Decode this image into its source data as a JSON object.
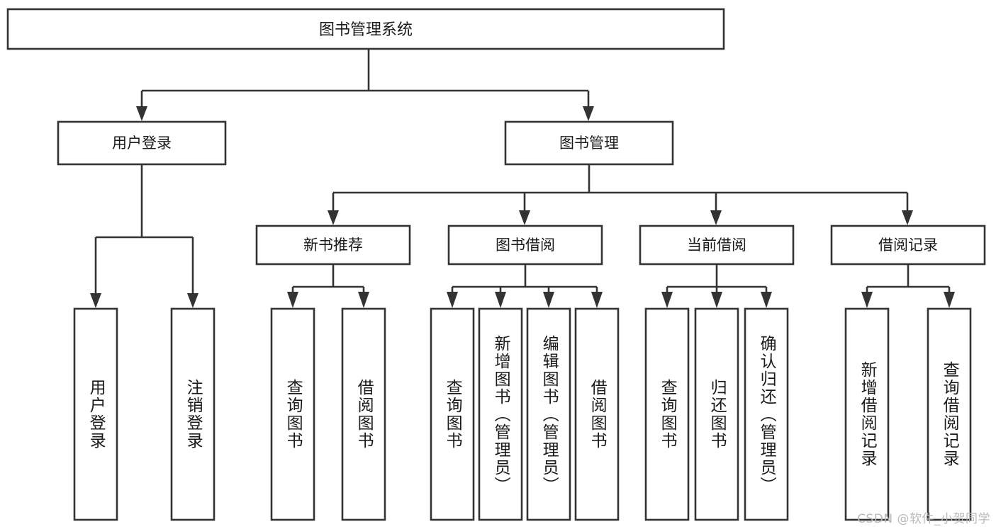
{
  "diagram": {
    "type": "tree-hierarchy-chart",
    "title": "图书管理系统",
    "colors": {
      "background": "#ffffff",
      "stroke": "#333333",
      "node_fill": "#ffffff",
      "text": "#1a1a1a",
      "watermark": "#b9b9b9"
    },
    "root": {
      "label": "图书管理系统"
    },
    "level2": [
      {
        "label": "用户登录"
      },
      {
        "label": "图书管理"
      }
    ],
    "level3": [
      {
        "label": "新书推荐"
      },
      {
        "label": "图书借阅"
      },
      {
        "label": "当前借阅"
      },
      {
        "label": "借阅记录"
      }
    ],
    "leaves": {
      "user_login": [
        {
          "label": "用户登录"
        },
        {
          "label": "注销登录"
        }
      ],
      "new_book_recommend": [
        {
          "label": "查询图书"
        },
        {
          "label": "借阅图书"
        }
      ],
      "book_borrow": [
        {
          "label": "查询图书"
        },
        {
          "label": "新增图书（管理员）"
        },
        {
          "label": "编辑图书（管理员）"
        },
        {
          "label": "借阅图书"
        }
      ],
      "current_borrow": [
        {
          "label": "查询图书"
        },
        {
          "label": "归还图书"
        },
        {
          "label": "确认归还（管理员）"
        }
      ],
      "borrow_record": [
        {
          "label": "新增借阅记录"
        },
        {
          "label": "查询借阅记录"
        }
      ]
    }
  },
  "watermark": {
    "text": "CSDN @软件_小贺同学"
  }
}
